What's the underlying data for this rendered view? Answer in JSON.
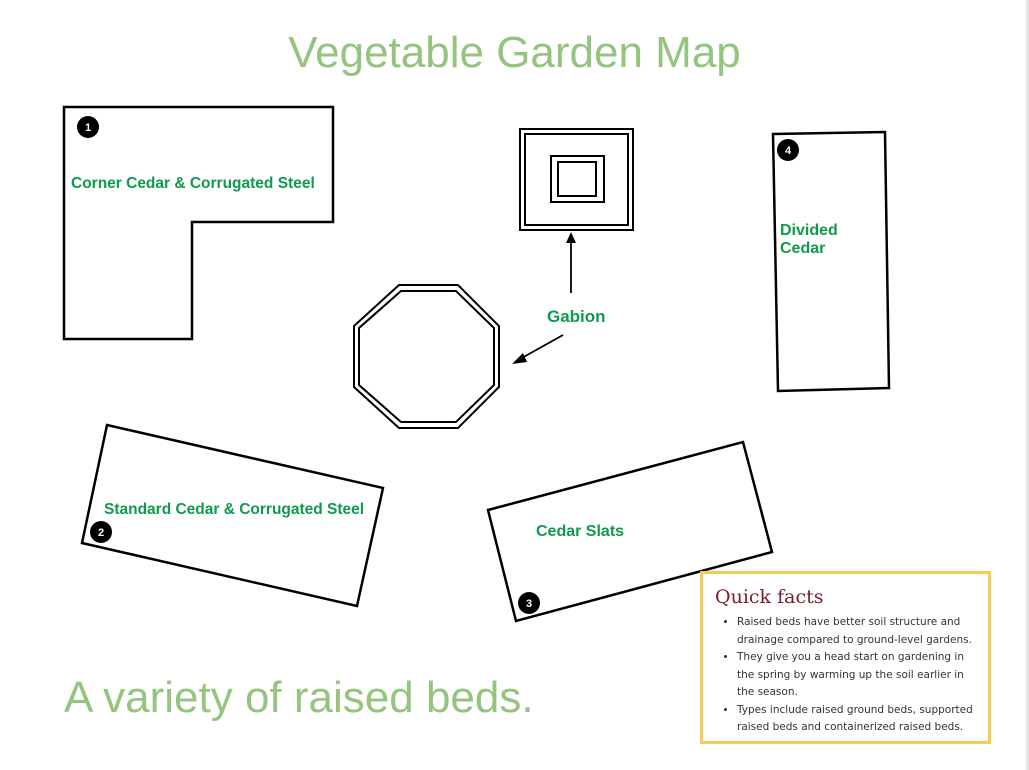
{
  "title": "Vegetable Garden Map",
  "tagline": "A variety of raised beds.",
  "beds": {
    "corner": {
      "number": "1",
      "label": "Corner Cedar & Corrugated Steel"
    },
    "standard": {
      "number": "2",
      "label": "Standard Cedar & Corrugated Steel"
    },
    "slats": {
      "number": "3",
      "label": "Cedar Slats"
    },
    "divided": {
      "number": "4",
      "label_line1": "Divided",
      "label_line2": "Cedar"
    },
    "gabion": {
      "label": "Gabion"
    }
  },
  "quick_facts": {
    "title": "Quick facts",
    "items": [
      "Raised beds have better soil structure and drainage compared to ground-level gardens.",
      "They give you a head start on gardening in the spring by warming up the soil earlier in the season.",
      "Types include raised ground beds, supported raised beds and containerized raised beds."
    ]
  },
  "colors": {
    "title": "#95c47f",
    "label": "#0f9a4c",
    "facts_title": "#7a1d2b",
    "facts_border": "#f4cb55"
  }
}
